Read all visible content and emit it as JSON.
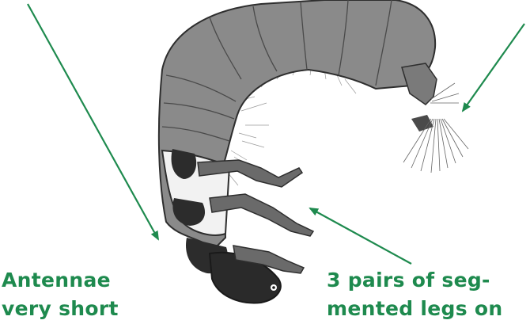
{
  "labels": {
    "antennae": [
      "Antennae",
      "very short"
    ],
    "legs": [
      "3 pairs of seg-",
      "mented legs on"
    ]
  },
  "colors": {
    "label_text": "#1e8a4e",
    "arrow": "#1e8a4e"
  }
}
